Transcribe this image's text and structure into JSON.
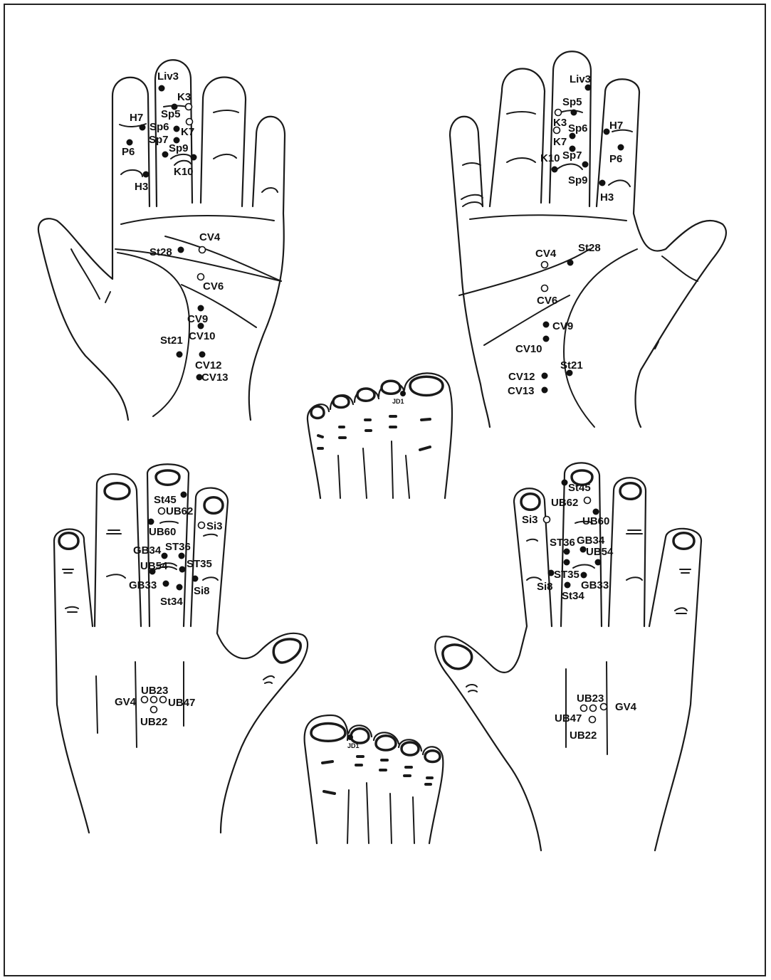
{
  "palm_left": {
    "labels": {
      "liv3": "Liv3",
      "k3": "K3",
      "sp5": "Sp5",
      "h7": "H7",
      "sp6": "Sp6",
      "k7": "K7",
      "sp7": "Sp7",
      "p6": "P6",
      "sp9": "Sp9",
      "k10": "K10",
      "h3": "H3",
      "cv4": "CV4",
      "st28": "St28",
      "cv6": "CV6",
      "cv9": "CV9",
      "cv10": "CV10",
      "st21": "St21",
      "cv12": "CV12",
      "cv13": "CV13"
    }
  },
  "palm_right": {
    "labels": {
      "liv3": "Liv3",
      "sp5": "Sp5",
      "k3": "K3",
      "sp6": "Sp6",
      "h7": "H7",
      "k7": "K7",
      "k10": "K10",
      "sp7": "Sp7",
      "p6": "P6",
      "sp9": "Sp9",
      "h3": "H3",
      "cv4": "CV4",
      "st28": "St28",
      "cv6": "CV6",
      "cv9": "CV9",
      "cv10": "CV10",
      "st21": "St21",
      "cv12": "CV12",
      "cv13": "CV13"
    }
  },
  "back_left": {
    "labels": {
      "st45": "St45",
      "ub62": "UB62",
      "ub60": "UB60",
      "si3": "Si3",
      "gb34": "GB34",
      "st36": "ST36",
      "ub54": "UB54",
      "st35": "ST35",
      "gb33": "GB33",
      "si8": "Si8",
      "st34": "St34",
      "ub23": "UB23",
      "gv4": "GV4",
      "ub47": "UB47",
      "ub22": "UB22"
    }
  },
  "back_right": {
    "labels": {
      "st45": "St45",
      "ub62": "UB62",
      "si3": "Si3",
      "ub60": "UB60",
      "st36": "ST36",
      "gb34": "GB34",
      "ub54": "UB54",
      "st35": "ST35",
      "si8": "Si8",
      "gb33": "GB33",
      "st34": "St34",
      "ub23": "UB23",
      "gv4": "GV4",
      "ub47": "UB47",
      "ub22": "UB22"
    }
  },
  "foot_top": {
    "label": "JD1"
  },
  "foot_bottom": {
    "label": "JD1"
  }
}
